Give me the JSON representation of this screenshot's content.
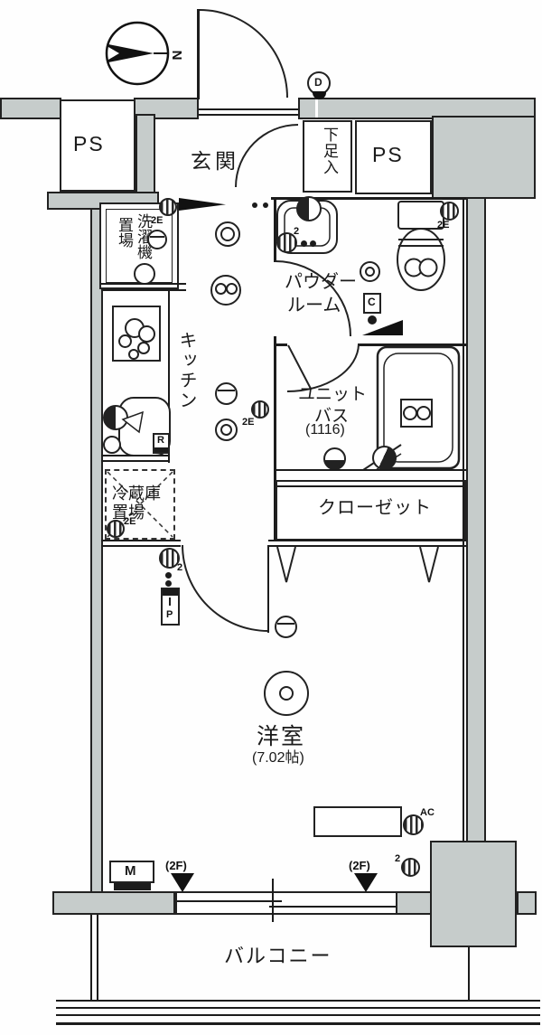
{
  "plan": {
    "compass_label": "N",
    "rooms": {
      "ps_left": "PS",
      "ps_right": "PS",
      "genkan": "玄関",
      "shoe_cabinet": "下足入",
      "laundry_col_right": "洗濯機",
      "laundry_col_left": "置場",
      "kitchen": "キッチン",
      "powder_line1": "パウダー",
      "powder_line2": "ルーム",
      "bath_line1": "ユニット",
      "bath_line2": "バス",
      "bath_size": "(1116)",
      "closet": "クローゼット",
      "fridge_line1": "冷蔵庫",
      "fridge_line2": "置場",
      "bedroom_name": "洋室",
      "bedroom_size": "(7.02帖)",
      "balcony": "バルコニー"
    },
    "tags": {
      "outlet_2e": "2E",
      "outlet_2": "2",
      "ac": "AC",
      "floor_2f": "(2F)",
      "doorbell": "D",
      "meter": "M",
      "range_hood": "R",
      "c_mark": "C",
      "panel": "P"
    }
  }
}
